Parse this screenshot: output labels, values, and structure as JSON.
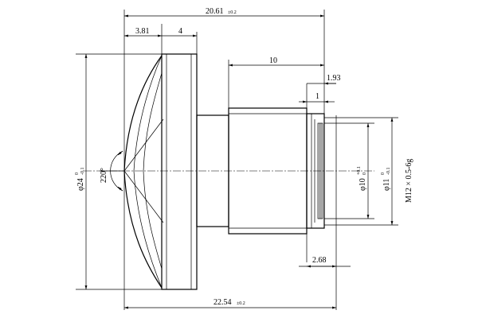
{
  "drawing": {
    "dim_overall_top": "20.61",
    "dim_overall_top_tol": "±0.2",
    "dim_flange_a": "3.81",
    "dim_flange_b": "4",
    "dim_barrel_len": "10",
    "dim_thread_len": "1.93",
    "dim_step": "1",
    "dim_overall_bottom": "22.54",
    "dim_overall_bottom_tol": "±0.2",
    "dim_back": "2.68",
    "angle": "220°",
    "dia_flange": "φ24",
    "dia_flange_tol_upper": "0",
    "dia_flange_tol_lower": "-0.1",
    "dia_inner": "φ10",
    "dia_inner_tol_upper": "+0.1",
    "dia_inner_tol_lower": "0",
    "dia_mid": "φ11",
    "dia_mid_tol_upper": "0",
    "dia_mid_tol_lower": "-0.1",
    "thread": "M12 × 0.5-6g"
  }
}
